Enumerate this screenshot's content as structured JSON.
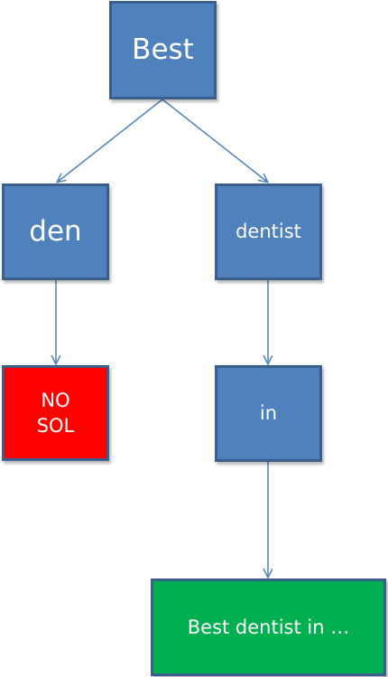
{
  "nodes": {
    "root": {
      "label": "Best"
    },
    "den": {
      "label": "den"
    },
    "dentist": {
      "label": "dentist"
    },
    "no_sol": {
      "lines": [
        "NO",
        "SOL"
      ]
    },
    "in": {
      "label": "in"
    },
    "result": {
      "label": "Best dentist in …"
    }
  },
  "colors": {
    "node_fill": "#4f81bd",
    "node_border": "#3a5f8c",
    "edge": "#4f81bd",
    "failure_fill": "#ff0000",
    "success_fill": "#00b050",
    "text": "#ffffff"
  },
  "edges": [
    {
      "from": "root",
      "to": "den"
    },
    {
      "from": "root",
      "to": "dentist"
    },
    {
      "from": "den",
      "to": "no_sol"
    },
    {
      "from": "dentist",
      "to": "in"
    },
    {
      "from": "in",
      "to": "result"
    }
  ]
}
